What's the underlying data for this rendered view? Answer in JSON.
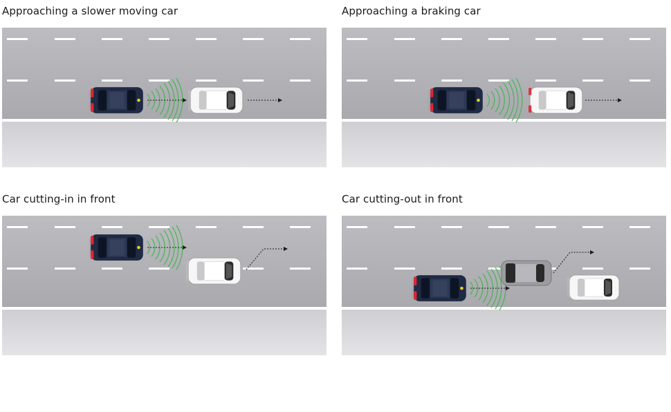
{
  "panels": [
    {
      "title": "Approaching a slower moving car"
    },
    {
      "title": "Approaching a braking car"
    },
    {
      "title": "Car cutting-in in front"
    },
    {
      "title": "Car cutting-out in front"
    }
  ],
  "colors": {
    "road": "#b5b5ba",
    "shoulder": "#d8d8dc",
    "lane_marking": "#ffffff",
    "ego_car": "#1f2a44",
    "radar": "#3db54a",
    "brake_light": "#e0262f"
  }
}
